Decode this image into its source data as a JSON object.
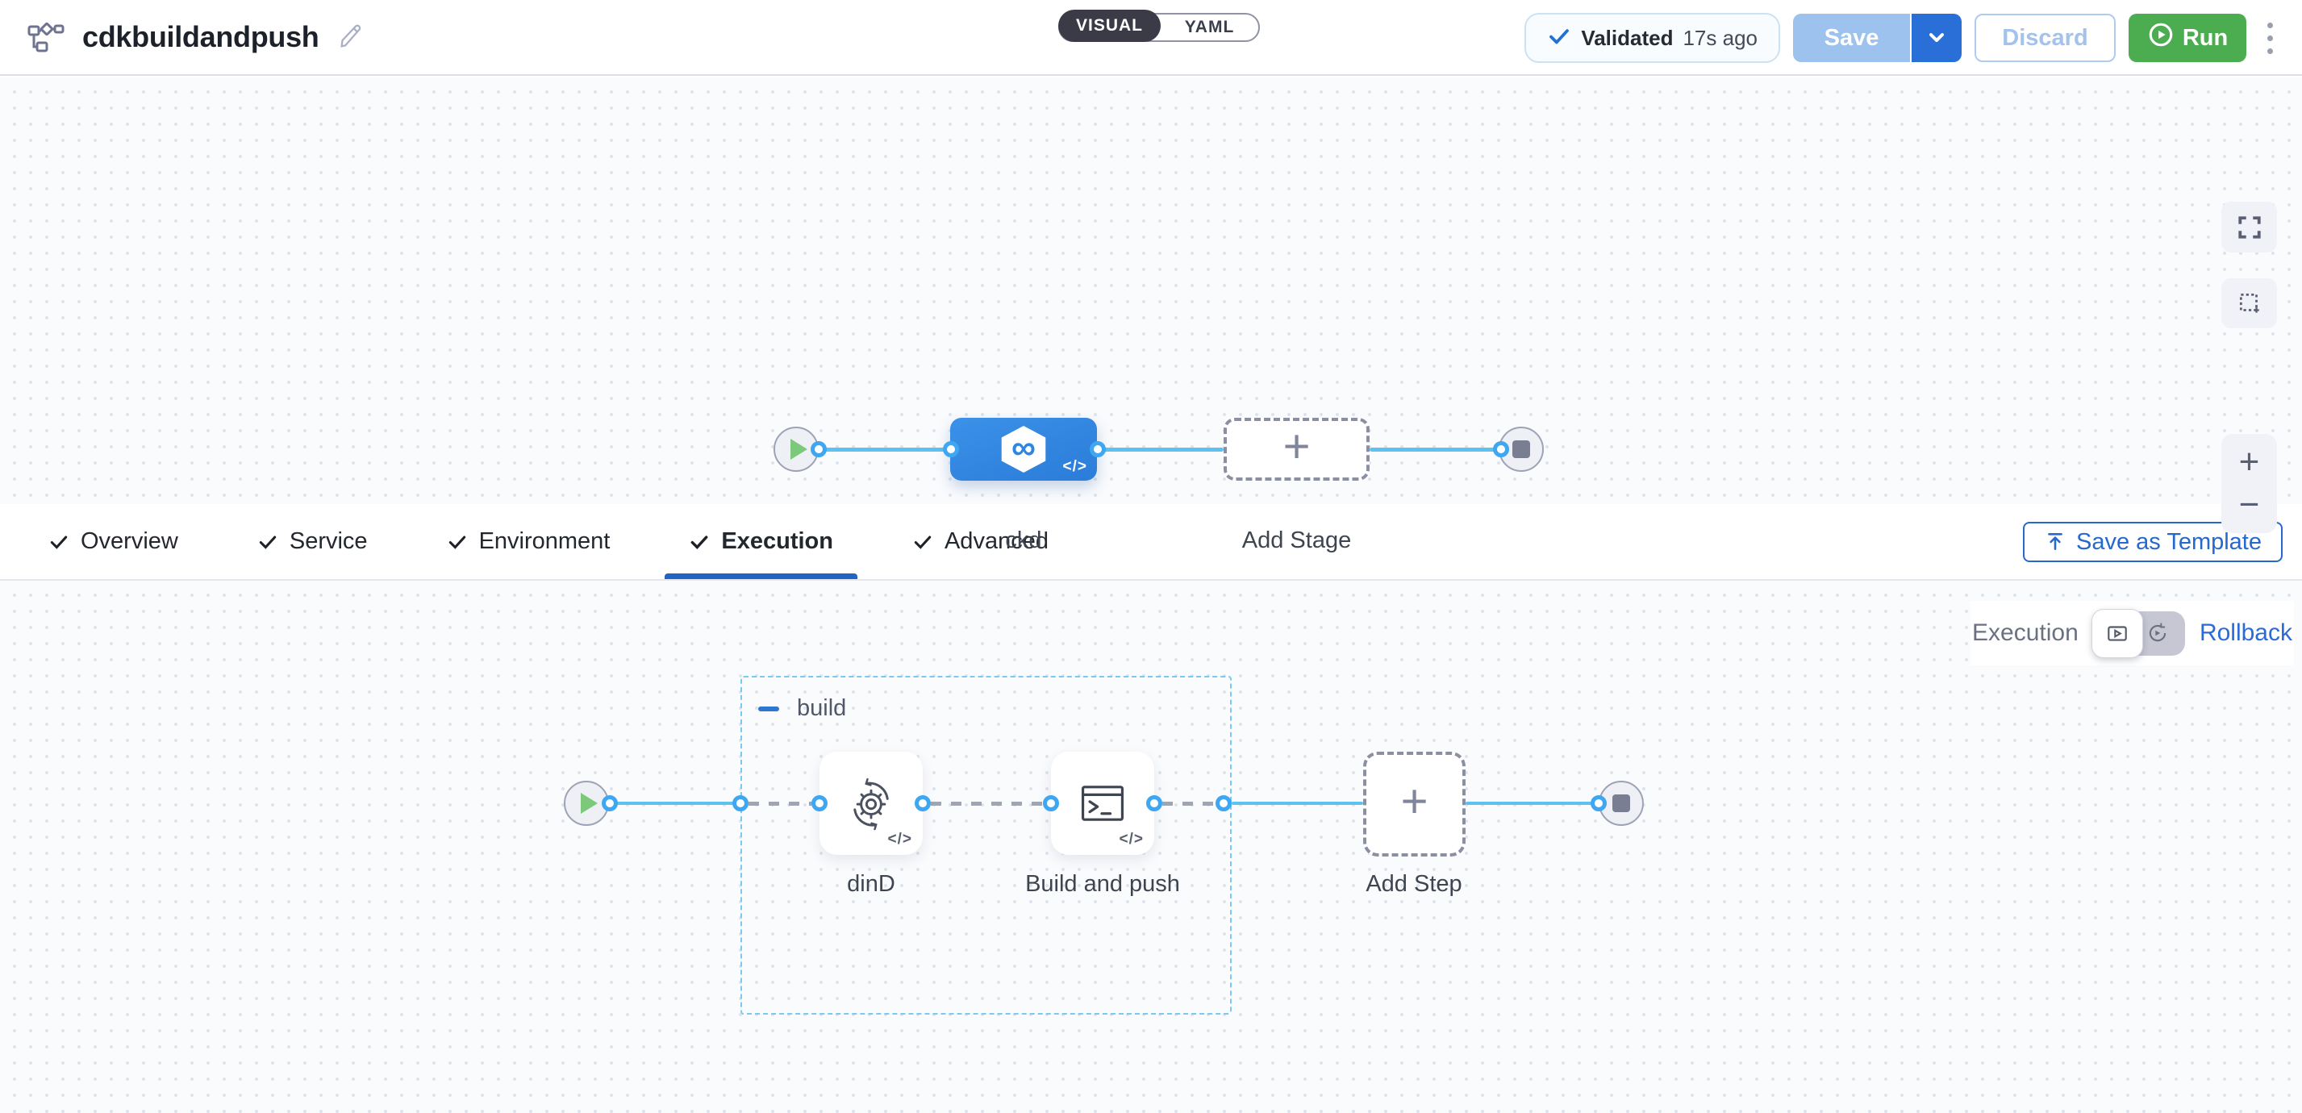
{
  "header": {
    "title": "cdkbuildandpush",
    "mode_toggle": {
      "visual": "VISUAL",
      "yaml": "YAML"
    },
    "validation": {
      "label": "Validated",
      "time": "17s ago"
    },
    "actions": {
      "save": "Save",
      "discard": "Discard",
      "run": "Run"
    }
  },
  "stage_canvas": {
    "stage": {
      "name": "ckd",
      "icon": "ci-infinity-hexagon-icon"
    },
    "add_stage_label": "Add Stage"
  },
  "tabs": {
    "items": [
      {
        "label": "Overview",
        "checked": true
      },
      {
        "label": "Service",
        "checked": true
      },
      {
        "label": "Environment",
        "checked": true
      },
      {
        "label": "Execution",
        "checked": true,
        "active": true
      },
      {
        "label": "Advanced",
        "checked": true
      }
    ],
    "save_as_template": "Save as Template"
  },
  "execution_canvas": {
    "mode": {
      "execution_label": "Execution",
      "rollback_label": "Rollback"
    },
    "group": {
      "name": "build"
    },
    "steps": [
      {
        "name": "dinD",
        "icon": "sync-gear-icon"
      },
      {
        "name": "Build and push",
        "icon": "terminal-icon"
      }
    ],
    "add_step_label": "Add Step"
  },
  "glyphs": {
    "code": "</>",
    "plus": "+",
    "infinity": "∞"
  },
  "icons": {
    "header_left": "pipeline-graph-icon",
    "edit": "pencil-icon",
    "validation": "check-icon",
    "save_menu": "chevron-down-icon",
    "run": "play-circle-icon",
    "menu": "kebab-menu-icon",
    "save_template": "upload-icon",
    "controls": [
      "fullscreen-icon",
      "marquee-select-icon",
      "zoom-in-icon",
      "zoom-out-icon"
    ],
    "toggle": [
      "execution-play-icon",
      "rollback-restore-icon"
    ]
  },
  "colors": {
    "stage_node_blue": "#2e86e0",
    "connector_blue": "#3fa7f1",
    "line_light_blue": "#5ec2f1",
    "run_green": "#4bad4f",
    "save_disabled_blue": "#9dc2ee",
    "save_menu_blue": "#2a6ed8",
    "tab_underline": "#2164c6",
    "group_dashed_border": "#79c9f3",
    "canvas_bg": "#fafbfd"
  }
}
